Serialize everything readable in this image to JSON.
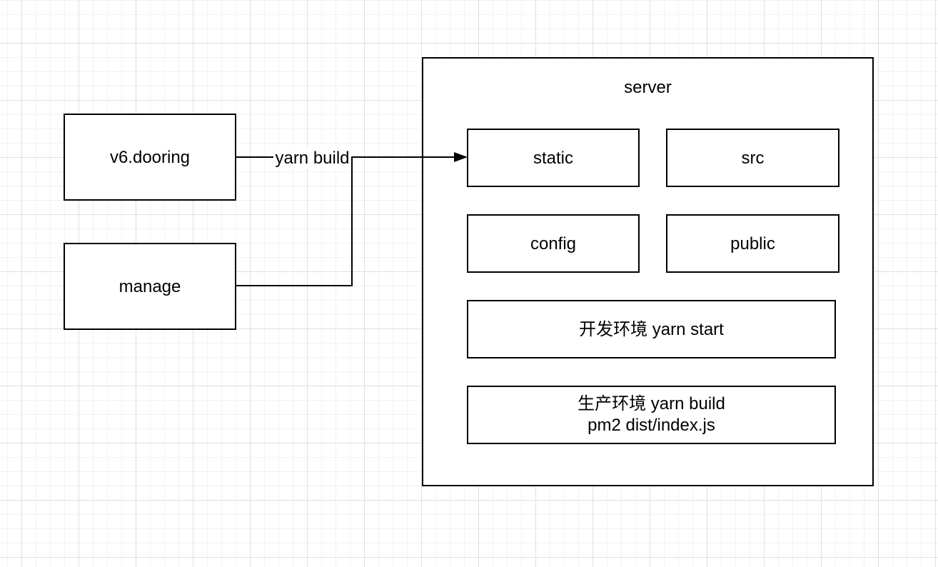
{
  "nodes": {
    "v6_dooring": "v6.dooring",
    "manage": "manage",
    "server": "server",
    "static": "static",
    "src": "src",
    "config": "config",
    "public": "public",
    "dev_env": "开发环境 yarn start",
    "prod_env_line1": "生产环境 yarn build",
    "prod_env_line2": "pm2 dist/index.js"
  },
  "edges": {
    "yarn_build": "yarn build"
  },
  "colors": {
    "stroke": "#000000",
    "node_fill": "#ffffff",
    "text": "#000000",
    "background": "#ffffff",
    "grid_minor": "#f2f2f2",
    "grid_major": "#e0e0e0"
  }
}
